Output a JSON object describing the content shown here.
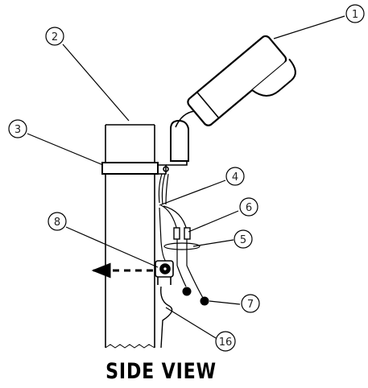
{
  "callouts": {
    "c1": "1",
    "c2": "2",
    "c3": "3",
    "c4": "4",
    "c5": "5",
    "c6": "6",
    "c7": "7",
    "c8": "8",
    "c16": "16"
  },
  "caption": "SIDE VIEW"
}
